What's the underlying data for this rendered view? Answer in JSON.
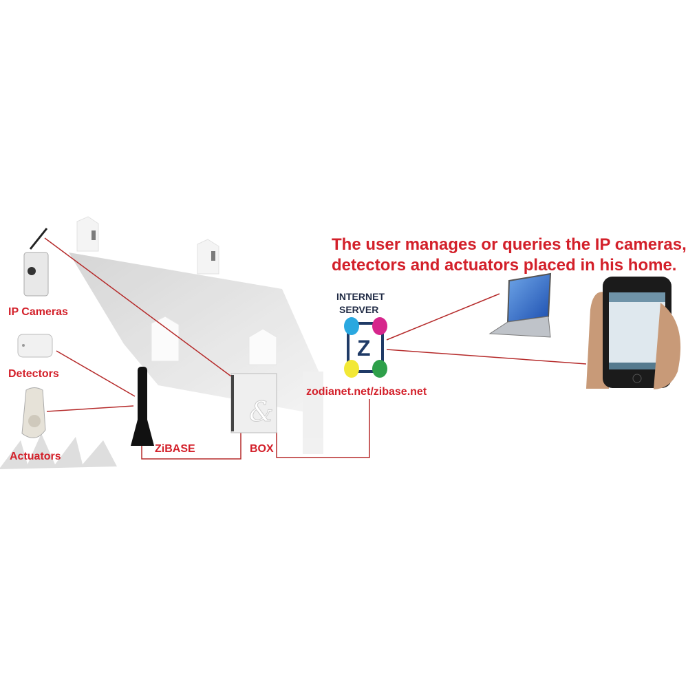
{
  "headline": {
    "line1": "The user manages or queries the IP cameras,",
    "line2": "detectors and actuators placed in his home."
  },
  "devices": {
    "ip_cameras": "IP Cameras",
    "detectors": "Detectors",
    "actuators": "Actuators",
    "zibase": "ZiBASE",
    "box": "BOX",
    "box_logo": "&"
  },
  "server": {
    "line1": "INTERNET",
    "line2": "SERVER",
    "logo_letter": "Z",
    "url": "zodianet.net/zibase.net"
  },
  "colors": {
    "accent": "#d3202a",
    "line": "#b52a2a",
    "dot_cyan": "#2aa8e0",
    "dot_magenta": "#d6268c",
    "dot_yellow": "#f2e836",
    "dot_green": "#2ea04a"
  }
}
